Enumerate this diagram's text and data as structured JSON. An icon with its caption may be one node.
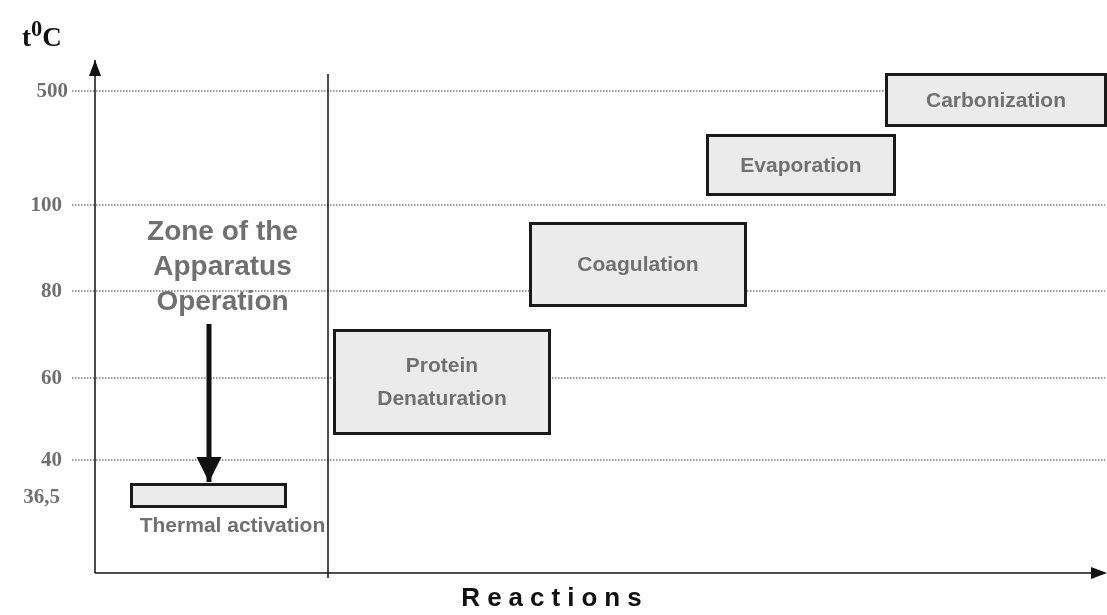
{
  "diagram": {
    "nodes": [
      {
        "text": [
          "Zone of the Apparatus Operation"
        ]
      },
      {
        "text": [
          "Thermal activation"
        ]
      },
      {
        "text": [
          "Protein Denaturation"
        ]
      },
      {
        "text": [
          "Coagulation"
        ]
      },
      {
        "text": [
          "Evaporation"
        ]
      },
      {
        "text": [
          "Carbonization"
        ]
      }
    ],
    "edges": [
      {
        "from": 0,
        "to": 1,
        "arrow": "to"
      }
    ],
    "labels": [
      "t$^{0}$C",
      "500",
      "100",
      "80",
      "60",
      "40",
      "36,5",
      "Reactions"
    ]
  }
}
